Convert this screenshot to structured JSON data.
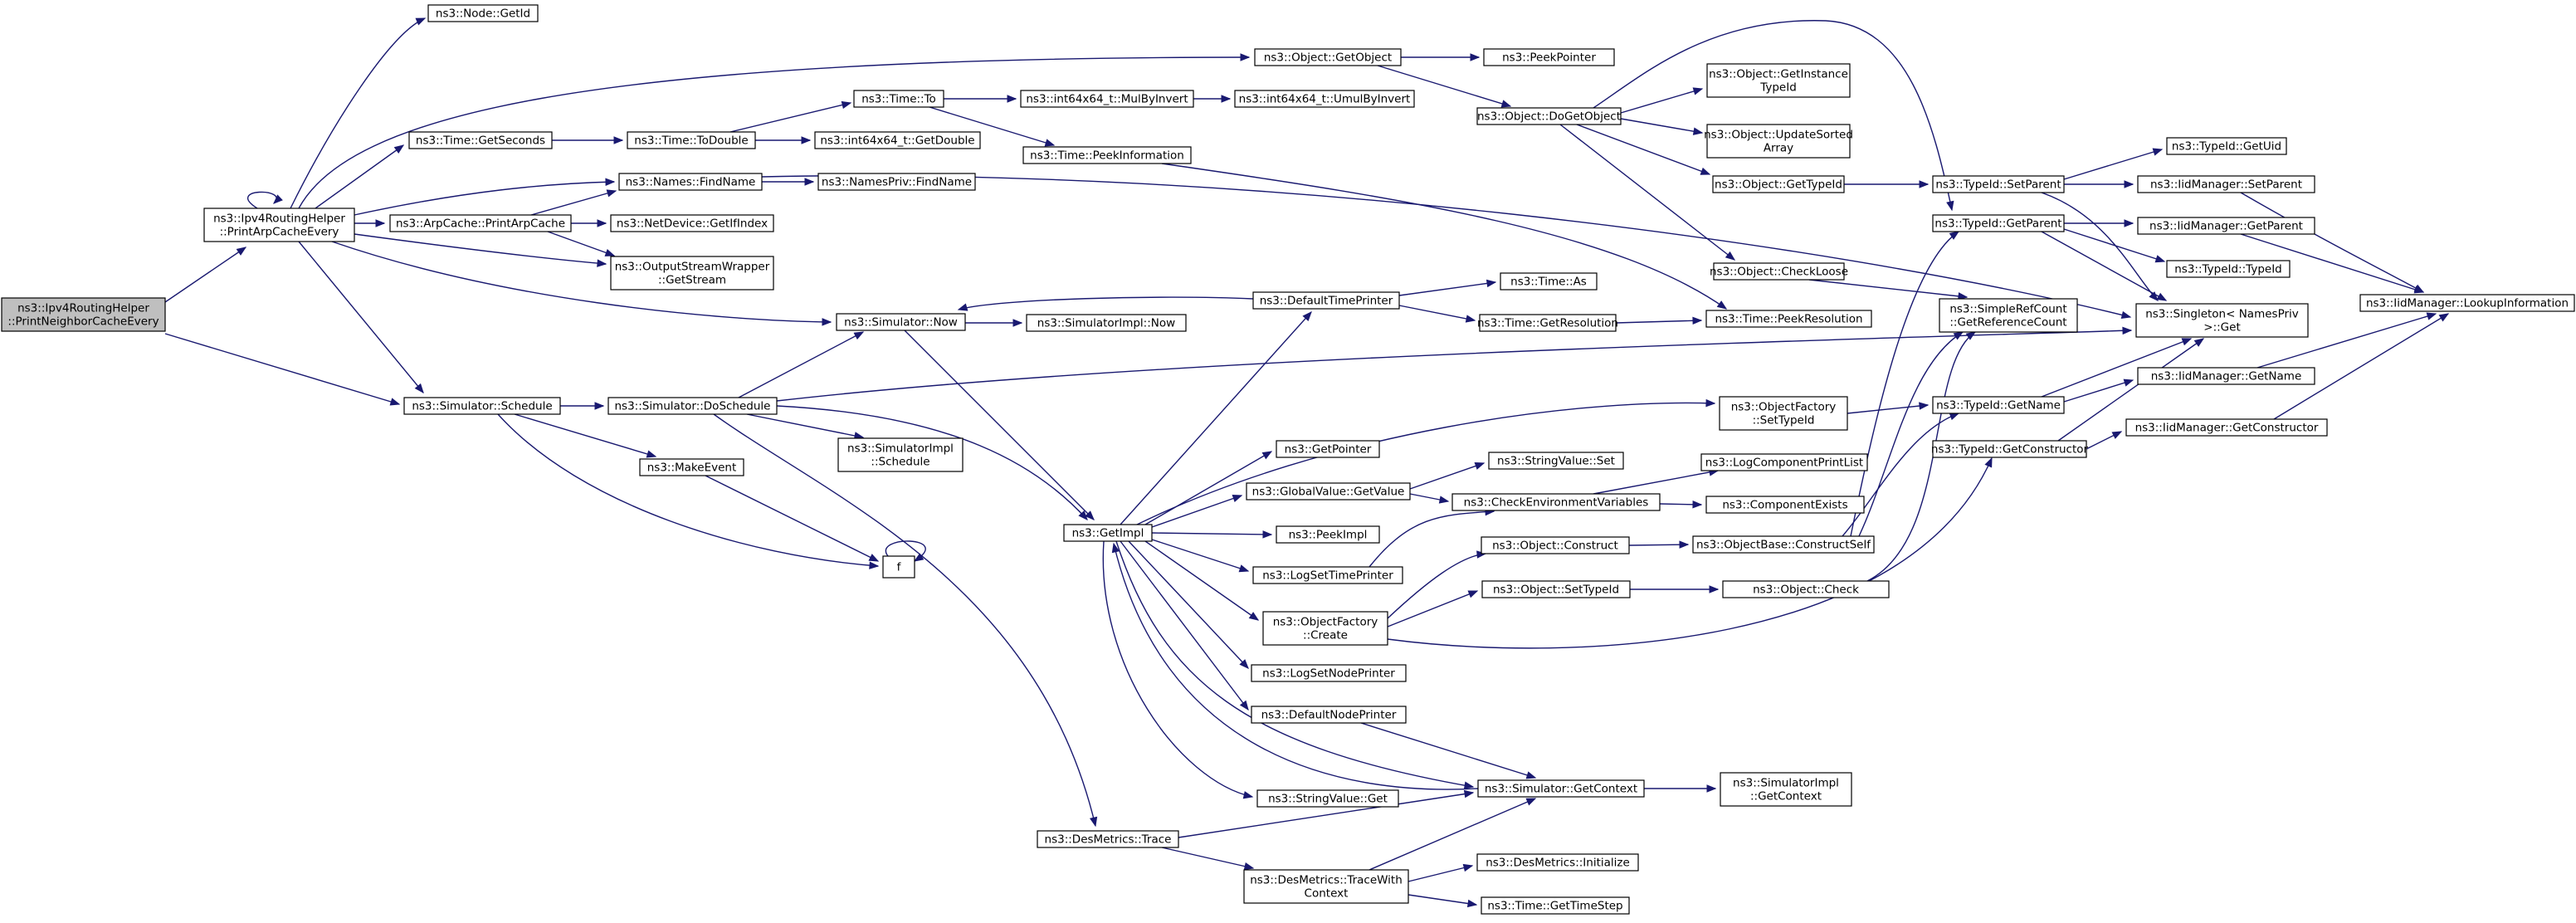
{
  "graph": {
    "kind": "call-graph",
    "colors": {
      "edge": "#191970",
      "node_border": "#000000",
      "node_border_truncated": "#ff0000",
      "root_fill": "#bfbfbf",
      "node_fill": "#ffffff"
    },
    "nodes": [
      {
        "id": "root",
        "lines": [
          "ns3::Ipv4RoutingHelper",
          "::PrintNeighborCacheEvery"
        ],
        "style": "root"
      },
      {
        "id": "printArp",
        "lines": [
          "ns3::Ipv4RoutingHelper",
          "::PrintArpCacheEvery"
        ]
      },
      {
        "id": "nodeGetId",
        "lines": [
          "ns3::Node::GetId"
        ]
      },
      {
        "id": "timeGetSeconds",
        "lines": [
          "ns3::Time::GetSeconds"
        ]
      },
      {
        "id": "namesFindName",
        "lines": [
          "ns3::Names::FindName"
        ]
      },
      {
        "id": "arpPrint",
        "lines": [
          "ns3::ArpCache::PrintArpCache"
        ]
      },
      {
        "id": "outStream",
        "lines": [
          "ns3::OutputStreamWrapper",
          "::GetStream"
        ]
      },
      {
        "id": "timeToDouble",
        "lines": [
          "ns3::Time::ToDouble"
        ]
      },
      {
        "id": "namesPrivFind",
        "lines": [
          "ns3::NamesPriv::FindName"
        ]
      },
      {
        "id": "netDevIf",
        "lines": [
          "ns3::NetDevice::GetIfIndex"
        ]
      },
      {
        "id": "timeTo",
        "lines": [
          "ns3::Time::To"
        ]
      },
      {
        "id": "i64GetDouble",
        "lines": [
          "ns3::int64x64_t::GetDouble"
        ]
      },
      {
        "id": "i64MulByInvert",
        "lines": [
          "ns3::int64x64_t::MulByInvert"
        ]
      },
      {
        "id": "i64UmulByInvert",
        "lines": [
          "ns3::int64x64_t::UmulByInvert"
        ]
      },
      {
        "id": "timePeekInfo",
        "lines": [
          "ns3::Time::PeekInformation"
        ]
      },
      {
        "id": "objGetObject",
        "lines": [
          "ns3::Object::GetObject"
        ]
      },
      {
        "id": "peekPointer",
        "lines": [
          "ns3::PeekPointer"
        ]
      },
      {
        "id": "objDoGetObject",
        "lines": [
          "ns3::Object::DoGetObject"
        ]
      },
      {
        "id": "objGetInstTid",
        "lines": [
          "ns3::Object::GetInstance",
          "TypeId"
        ]
      },
      {
        "id": "objUpdSorted",
        "lines": [
          "ns3::Object::UpdateSorted",
          "Array"
        ]
      },
      {
        "id": "objGetTypeId",
        "lines": [
          "ns3::Object::GetTypeId"
        ]
      },
      {
        "id": "objCheckLoose",
        "lines": [
          "ns3::Object::CheckLoose"
        ]
      },
      {
        "id": "tidSetParent",
        "lines": [
          "ns3::TypeId::SetParent"
        ]
      },
      {
        "id": "tidGetParent",
        "lines": [
          "ns3::TypeId::GetParent"
        ]
      },
      {
        "id": "tidGetUid",
        "lines": [
          "ns3::TypeId::GetUid"
        ]
      },
      {
        "id": "iidSetParent",
        "lines": [
          "ns3::IidManager::SetParent"
        ]
      },
      {
        "id": "iidGetParent",
        "lines": [
          "ns3::IidManager::GetParent"
        ]
      },
      {
        "id": "tidTypeId",
        "lines": [
          "ns3::TypeId::TypeId"
        ]
      },
      {
        "id": "singleton",
        "lines": [
          "ns3::Singleton< NamesPriv",
          " >::Get"
        ]
      },
      {
        "id": "iidLookup",
        "lines": [
          "ns3::IidManager::LookupInformation"
        ]
      },
      {
        "id": "srcGetRef",
        "lines": [
          "ns3::SimpleRefCount",
          "::GetReferenceCount"
        ]
      },
      {
        "id": "iidGetName",
        "lines": [
          "ns3::IidManager::GetName"
        ]
      },
      {
        "id": "tidGetName",
        "lines": [
          "ns3::TypeId::GetName"
        ]
      },
      {
        "id": "tidGetCtor",
        "lines": [
          "ns3::TypeId::GetConstructor"
        ]
      },
      {
        "id": "iidGetCtor",
        "lines": [
          "ns3::IidManager::GetConstructor"
        ]
      },
      {
        "id": "defTimePrinter",
        "lines": [
          "ns3::DefaultTimePrinter"
        ]
      },
      {
        "id": "timeAs",
        "lines": [
          "ns3::Time::As"
        ]
      },
      {
        "id": "timeGetRes",
        "lines": [
          "ns3::Time::GetResolution"
        ]
      },
      {
        "id": "timePeekRes",
        "lines": [
          "ns3::Time::PeekResolution"
        ],
        "style": "truncated"
      },
      {
        "id": "simNow",
        "lines": [
          "ns3::Simulator::Now"
        ]
      },
      {
        "id": "simImplNow",
        "lines": [
          "ns3::SimulatorImpl::Now"
        ]
      },
      {
        "id": "simSchedule",
        "lines": [
          "ns3::Simulator::Schedule"
        ]
      },
      {
        "id": "simDoSchedule",
        "lines": [
          "ns3::Simulator::DoSchedule"
        ]
      },
      {
        "id": "simImplSchedule",
        "lines": [
          "ns3::SimulatorImpl",
          "::Schedule"
        ]
      },
      {
        "id": "makeEvent",
        "lines": [
          "ns3::MakeEvent"
        ]
      },
      {
        "id": "f",
        "lines": [
          "f"
        ]
      },
      {
        "id": "objFactSetTid",
        "lines": [
          "ns3::ObjectFactory",
          "::SetTypeId"
        ]
      },
      {
        "id": "getPointer",
        "lines": [
          "ns3::GetPointer"
        ]
      },
      {
        "id": "gvGetValue",
        "lines": [
          "ns3::GlobalValue::GetValue"
        ]
      },
      {
        "id": "strValSet",
        "lines": [
          "ns3::StringValue::Set"
        ]
      },
      {
        "id": "logCompPrintList",
        "lines": [
          "ns3::LogComponentPrintList"
        ],
        "style": "truncated"
      },
      {
        "id": "checkEnvVars",
        "lines": [
          "ns3::CheckEnvironmentVariables"
        ]
      },
      {
        "id": "compExists",
        "lines": [
          "ns3::ComponentExists"
        ],
        "style": "truncated"
      },
      {
        "id": "getImpl",
        "lines": [
          "ns3::GetImpl"
        ]
      },
      {
        "id": "peekImpl",
        "lines": [
          "ns3::PeekImpl"
        ]
      },
      {
        "id": "objConstruct",
        "lines": [
          "ns3::Object::Construct"
        ]
      },
      {
        "id": "objBaseCtorSelf",
        "lines": [
          "ns3::ObjectBase::ConstructSelf"
        ],
        "style": "truncated"
      },
      {
        "id": "logSetTimePrinter",
        "lines": [
          "ns3::LogSetTimePrinter"
        ]
      },
      {
        "id": "objSetTid",
        "lines": [
          "ns3::Object::SetTypeId"
        ]
      },
      {
        "id": "objCheck",
        "lines": [
          "ns3::Object::Check"
        ]
      },
      {
        "id": "objFactCreate",
        "lines": [
          "ns3::ObjectFactory",
          "::Create"
        ]
      },
      {
        "id": "logSetNodePrinter",
        "lines": [
          "ns3::LogSetNodePrinter"
        ]
      },
      {
        "id": "defNodePrinter",
        "lines": [
          "ns3::DefaultNodePrinter"
        ]
      },
      {
        "id": "simGetContext",
        "lines": [
          "ns3::Simulator::GetContext"
        ]
      },
      {
        "id": "simImplGetContext",
        "lines": [
          "ns3::SimulatorImpl",
          "::GetContext"
        ]
      },
      {
        "id": "strValGet",
        "lines": [
          "ns3::StringValue::Get"
        ]
      },
      {
        "id": "desTrace",
        "lines": [
          "ns3::DesMetrics::Trace"
        ]
      },
      {
        "id": "desTraceWithCtx",
        "lines": [
          "ns3::DesMetrics::TraceWith",
          "Context"
        ]
      },
      {
        "id": "desInit",
        "lines": [
          "ns3::DesMetrics::Initialize"
        ],
        "style": "truncated"
      },
      {
        "id": "timeGetStep",
        "lines": [
          "ns3::Time::GetTimeStep"
        ]
      }
    ]
  }
}
